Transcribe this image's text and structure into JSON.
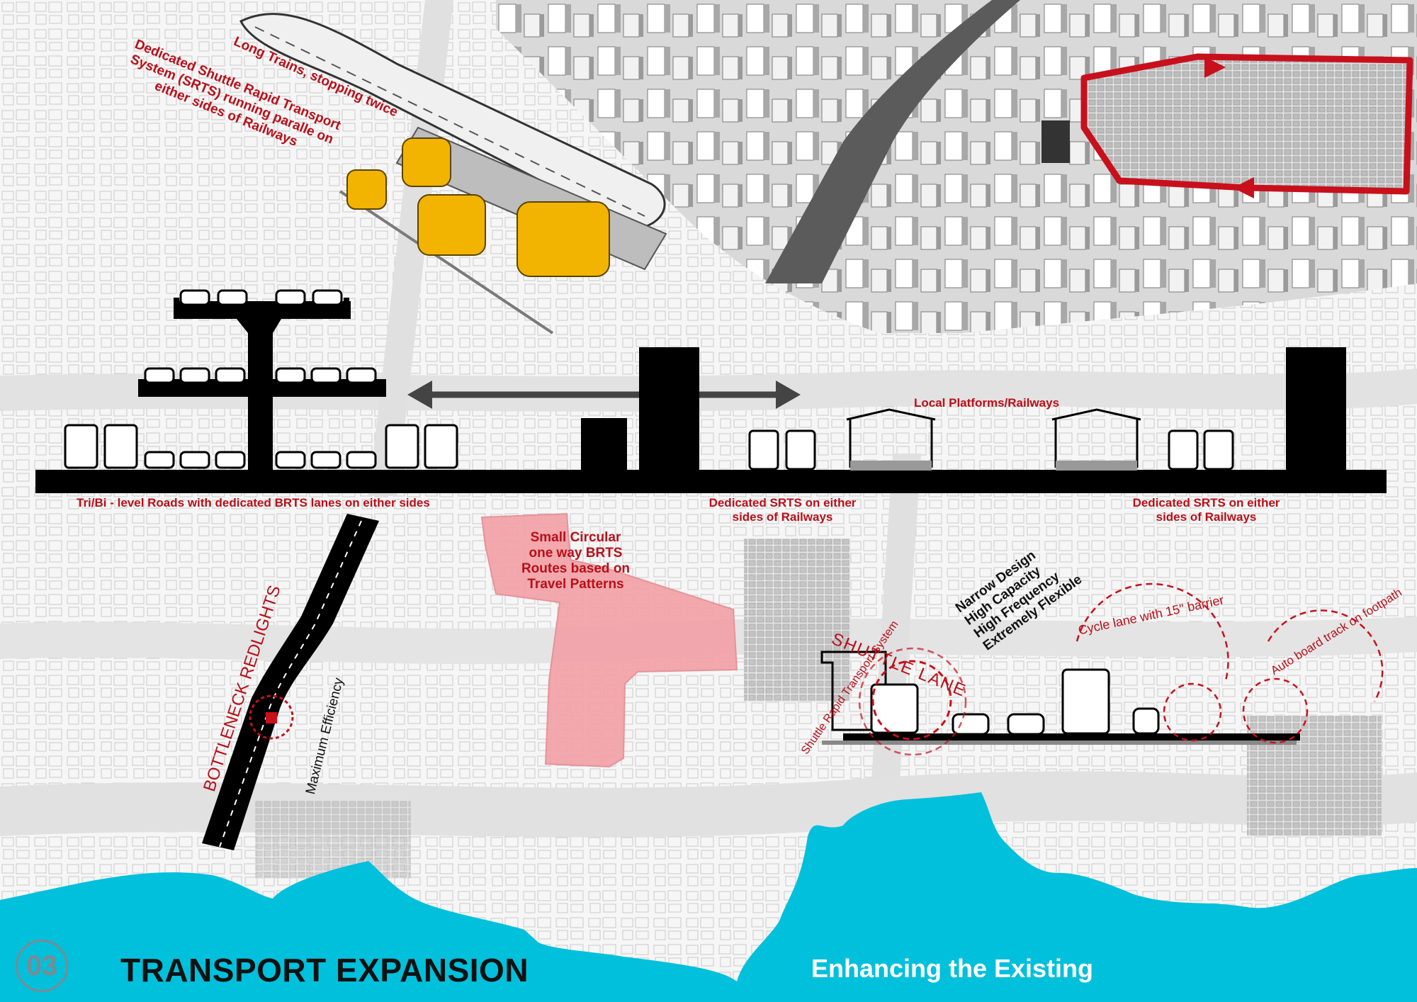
{
  "labels": {
    "long_trains": "Long Trains, stopping twice",
    "srts_line1": "Dedicated Shuttle Rapid Transport",
    "srts_line2": "System (SRTS) running paralle on",
    "srts_line3": "either sides of Railways",
    "tri_bi_roads": "Tri/Bi - level Roads with dedicated BRTS lanes on either sides",
    "local_platforms": "Local Platforms/Railways",
    "srts_mid_line1": "Dedicated SRTS on either",
    "srts_mid_line2": "sides of Railways",
    "srts_right_line1": "Dedicated SRTS on either",
    "srts_right_line2": "sides of Railways",
    "circular_line1": "Small Circular",
    "circular_line2": "one way BRTS",
    "circular_line3": "Routes based on",
    "circular_line4": "Travel Patterns",
    "bottleneck": "BOTTLENECK REDLIGHTS",
    "max_efficiency": "Maximum Efficiency",
    "shuttle_lane": "SHUTTLE LANE",
    "shuttle_rapid": "Shuttle Rapid Transport System",
    "narrow_line1": "Narrow Design",
    "narrow_line2": "High Capacity",
    "narrow_line3": "High Frequency",
    "narrow_line4": "Extremely Flexible",
    "cycle_lane": "Cycle lane with 15\" barrier",
    "auto_board": "Auto board track on footpath"
  },
  "footer": {
    "page_number": "03",
    "title": "TRANSPORT EXPANSION",
    "subtitle": "Enhancing the Existing"
  },
  "colors": {
    "accent_red": "#b8101a",
    "route_pink": "#f2a0a6",
    "water_cyan": "#00c0dc",
    "shuttle_yellow": "#f2b400",
    "section_black": "#000000"
  }
}
